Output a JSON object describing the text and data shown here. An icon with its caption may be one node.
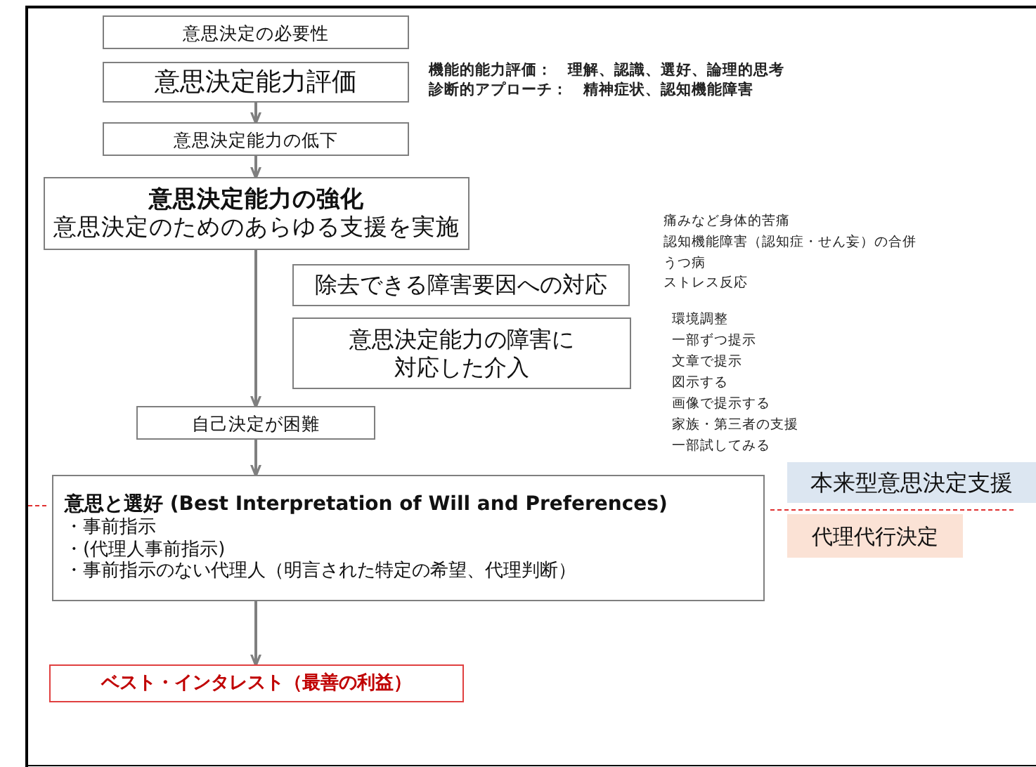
{
  "diagram": {
    "nodes": [
      {
        "text": [
          "意思決定の必要性"
        ]
      },
      {
        "text": [
          "意思決定能力評価"
        ]
      },
      {
        "text": [
          "意思決定能力の低下"
        ]
      },
      {
        "text": [
          "意思決定能力の強化",
          "意思決定のためのあらゆる支援を実施"
        ]
      },
      {
        "text": [
          "除去できる障害要因への対応"
        ]
      },
      {
        "text": [
          "意思決定能力の障害に対応した介入"
        ]
      },
      {
        "text": [
          "自己決定が困難"
        ]
      },
      {
        "text": [
          "意思と選好 (Best Interpretation of Will and Preferences)",
          "・事前指示",
          "・(代理人事前指示)",
          "・事前指示のない代理人（明言された特定の希望、代理判断）"
        ]
      },
      {
        "text": [
          "ベスト・インタレスト（最善の利益）"
        ]
      },
      {
        "text": [
          "本来型意思決定支援"
        ]
      },
      {
        "text": [
          "代理代行決定"
        ]
      }
    ],
    "edges": [
      {
        "from": 1,
        "to": 2,
        "arrow": "to"
      },
      {
        "from": 2,
        "to": 3,
        "arrow": "to"
      },
      {
        "from": 3,
        "to": 6,
        "arrow": "to"
      },
      {
        "from": 6,
        "to": 7,
        "arrow": "to"
      },
      {
        "from": 7,
        "to": 8,
        "arrow": "to"
      }
    ],
    "labels": [
      "機能的能力評価：　理解、認識、選好、論理的思考",
      "診断的アプローチ：　精神症状、認知機能障害",
      "痛みなど身体的苦痛",
      "認知機能障害（認知症・せん妄）の合併",
      "うつ病",
      "ストレス反応",
      "環境調整",
      "一部ずつ提示",
      "文章で提示",
      "図示する",
      "画像で提示する",
      "家族・第三者の支援",
      "一部試してみる"
    ]
  }
}
